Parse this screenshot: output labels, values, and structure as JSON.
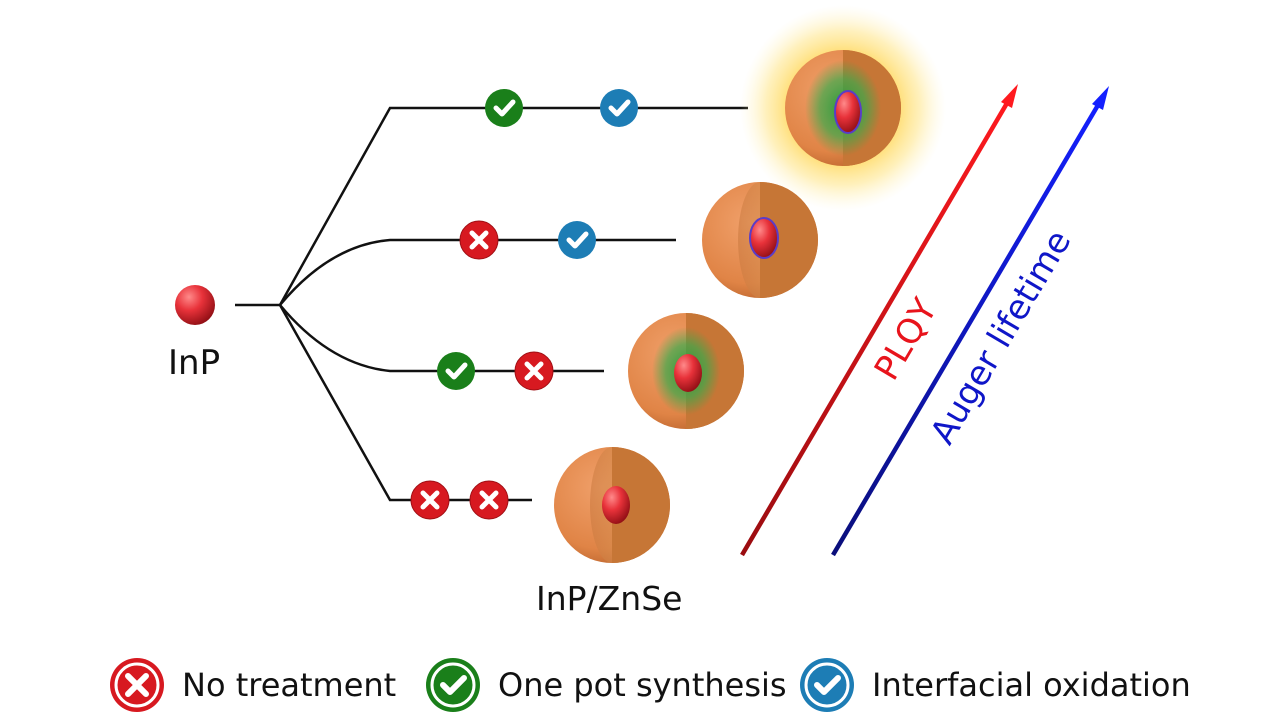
{
  "labels": {
    "core": "InP",
    "core_shell": "InP/ZnSe"
  },
  "arrows": {
    "plqy": {
      "label": "PLQY",
      "color": "#e8141c"
    },
    "auger": {
      "label": "Auger lifetime",
      "color": "#0f16c8"
    }
  },
  "legend": {
    "no_treatment": {
      "label": "No treatment",
      "color": "#d71920",
      "icon": "cross-icon"
    },
    "one_pot": {
      "label": "One pot synthesis",
      "color": "#1a7f1a",
      "icon": "check-icon"
    },
    "oxidation": {
      "label": "Interfacial oxidation",
      "color": "#1d7db5",
      "icon": "check-icon"
    }
  }
}
